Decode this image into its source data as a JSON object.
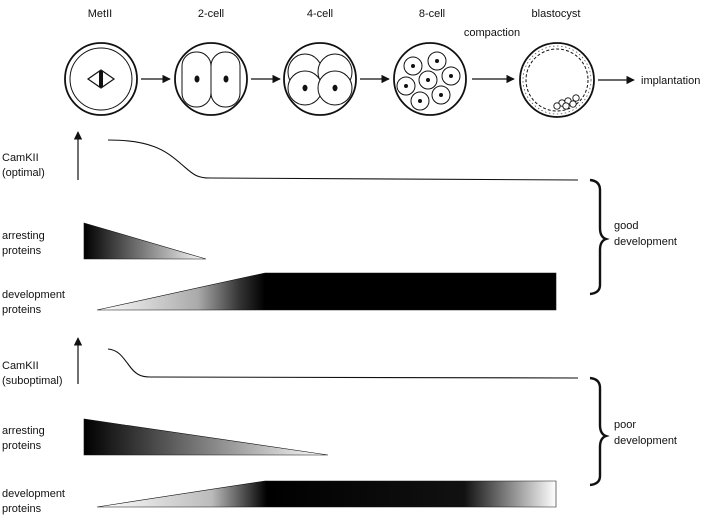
{
  "stages": [
    {
      "label": "MetII"
    },
    {
      "label": "2-cell"
    },
    {
      "label": "4-cell"
    },
    {
      "label": "8-cell"
    },
    {
      "label": "blastocyst"
    }
  ],
  "compaction_label": "compaction",
  "implantation_label": "implantation",
  "optimal": {
    "camkii_label": [
      "CamKII",
      "(optimal)"
    ],
    "arresting_label": [
      "arresting",
      "proteins"
    ],
    "development_label": [
      "development",
      "proteins"
    ],
    "outcome_label": [
      "good",
      "development"
    ]
  },
  "suboptimal": {
    "camkii_label": [
      "CamKII",
      "(suboptimal)"
    ],
    "arresting_label": [
      "arresting",
      "proteins"
    ],
    "development_label": [
      "development",
      "proteins"
    ],
    "outcome_label": [
      "poor",
      "development"
    ]
  },
  "colors": {
    "ink": "#111111",
    "fill_dark": "#000000",
    "fill_light": "#ffffff"
  }
}
